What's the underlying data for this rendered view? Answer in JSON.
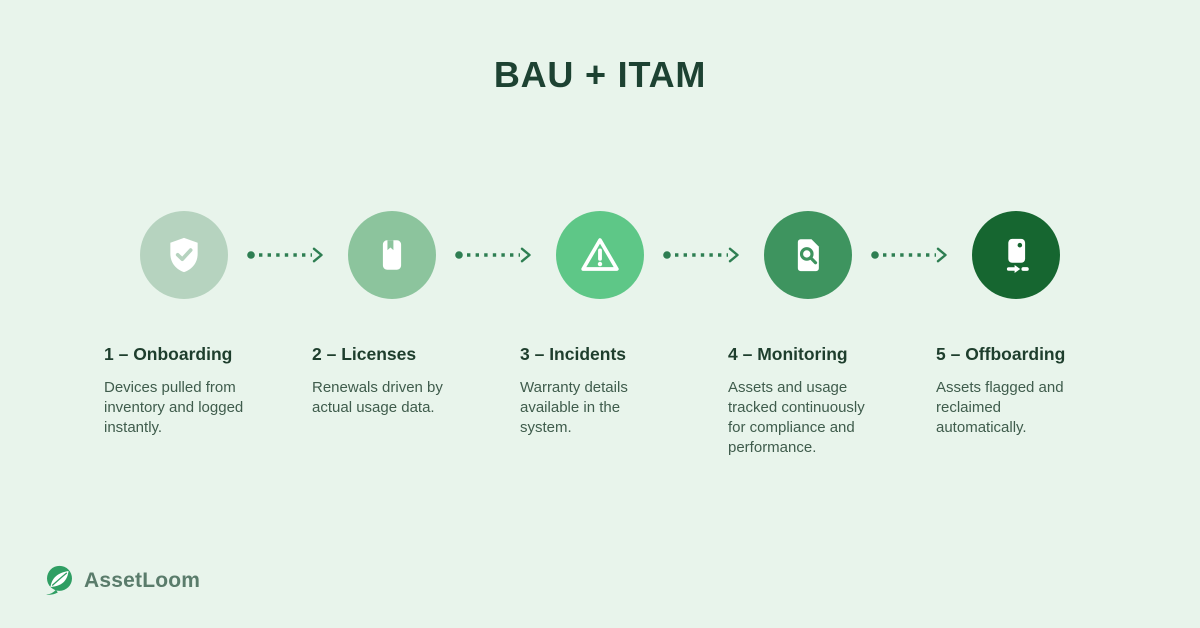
{
  "title": "BAU + ITAM",
  "background_color": "#e8f4eb",
  "text_colors": {
    "title": "#1d4232",
    "step_heading": "#1e3e2d",
    "step_body": "#3f5c4c"
  },
  "connector": {
    "style": "dotted-dash-arrow",
    "color": "#2e7e52"
  },
  "steps": [
    {
      "label": "1 – Onboarding",
      "description": "Devices pulled from inventory and logged instantly.",
      "icon": "shield-check-icon",
      "circle_color": "#b6d3bf"
    },
    {
      "label": "2 – Licenses",
      "description": "Renewals driven by actual usage data.",
      "icon": "book-bookmark-icon",
      "circle_color": "#8cc49d"
    },
    {
      "label": "3 – Incidents",
      "description": "Warranty details available in the system.",
      "icon": "warning-triangle-icon",
      "circle_color": "#5ec787"
    },
    {
      "label": "4 – Monitoring",
      "description": "Assets and usage tracked continuously for compliance and performance.",
      "icon": "document-search-icon",
      "circle_color": "#3e945f"
    },
    {
      "label": "5 – Offboarding",
      "description": "Assets flagged and reclaimed automatically.",
      "icon": "device-out-icon",
      "circle_color": "#166630"
    }
  ],
  "brand": {
    "name": "AssetLoom",
    "logo_color": "#2f9e63",
    "text_color": "#5a7c6b"
  }
}
